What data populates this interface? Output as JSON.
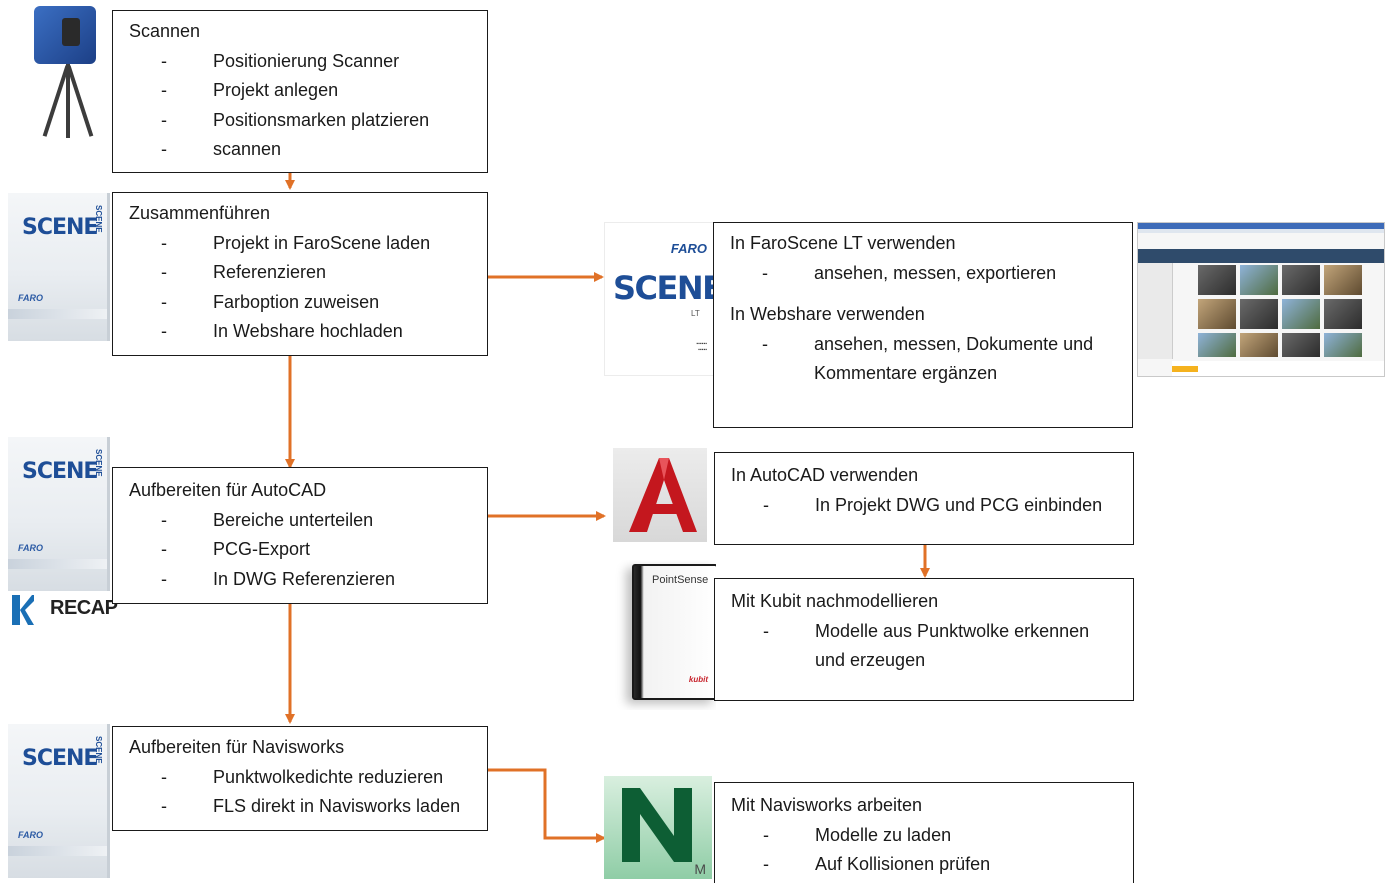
{
  "boxes": {
    "scan": {
      "title": "Scannen",
      "items": [
        "Positionierung Scanner",
        "Projekt anlegen",
        "Positionsmarken platzieren",
        "scannen"
      ]
    },
    "merge": {
      "title": "Zusammenführen",
      "items": [
        "Projekt in FaroScene laden",
        "Referenzieren",
        "Farboption zuweisen",
        "In Webshare hochladen"
      ]
    },
    "faro_lt": {
      "title": "In FaroScene LT verwenden",
      "items": [
        "ansehen, messen, exportieren"
      ],
      "title2": "In Webshare verwenden",
      "items2": [
        "ansehen, messen, Dokumente und",
        "Kommentare ergänzen"
      ]
    },
    "autocad_prep": {
      "title": "Aufbereiten für AutoCAD",
      "items": [
        "Bereiche unterteilen",
        "PCG-Export",
        "In DWG Referenzieren"
      ]
    },
    "autocad_use": {
      "title": "In AutoCAD verwenden",
      "items": [
        "In Projekt DWG und PCG einbinden"
      ]
    },
    "kubit": {
      "title": "Mit Kubit nachmodellieren",
      "items": [
        "Modelle aus Punktwolke erkennen",
        "und erzeugen"
      ]
    },
    "navis_prep": {
      "title": "Aufbereiten für Navisworks",
      "items": [
        "Punktwolkedichte reduzieren",
        "FLS direkt in Navisworks laden"
      ]
    },
    "navis_use": {
      "title": "Mit Navisworks arbeiten",
      "items": [
        "Modelle zu laden",
        "Auf Kollisionen prüfen"
      ]
    }
  },
  "dash": "-",
  "images": {
    "scene_word": "SCENE",
    "scene_side": "SCENE",
    "faro_word": "FARO",
    "recap_word": "RECAP",
    "faroscene_brand": "FARO",
    "faroscene_word": "SCENE",
    "faroscene_lt": "LT",
    "pointsense_word": "PointSense",
    "kubit_word": "kubit",
    "navis_m": "M"
  },
  "colors": {
    "arrow": "#e07127",
    "box_border": "#1a1a1a"
  }
}
